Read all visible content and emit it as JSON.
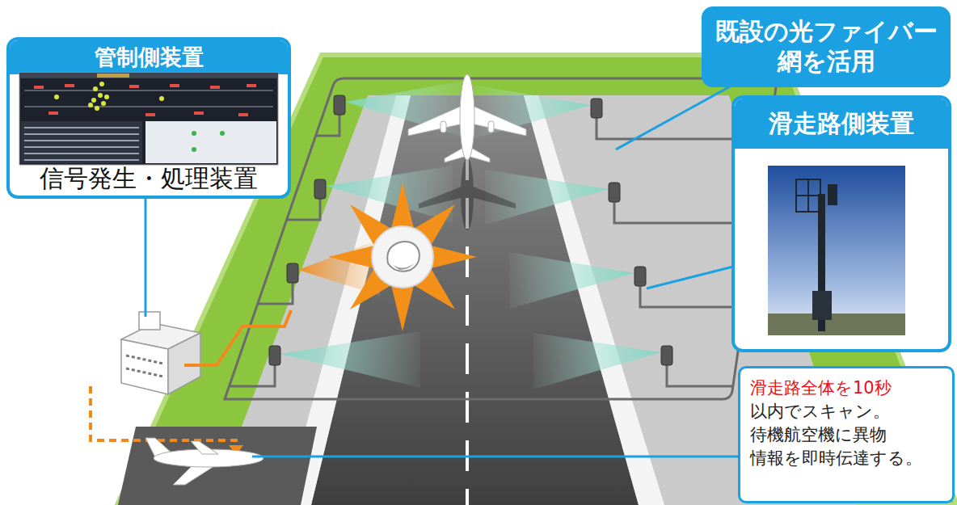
{
  "diagram": {
    "nodes": [
      {
        "text": [
          "管制側装置",
          "信号発生・処理装置"
        ]
      },
      {
        "text": [
          "既設の光ファイバー網を活用"
        ]
      },
      {
        "text": [
          "滑走路側装置"
        ]
      },
      {
        "text": [
          "滑走路全体を10秒",
          "以内でスキャン。 待機航空機に異物 情報を即時伝達する。"
        ]
      }
    ]
  }
}
